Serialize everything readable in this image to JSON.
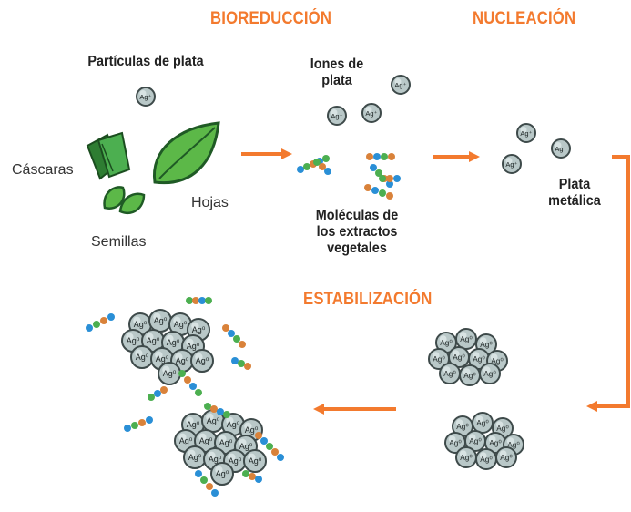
{
  "stages": {
    "bioreduction": "BIOREDUCCIÓN",
    "nucleation": "NUCLEACIÓN",
    "stabilization": "ESTABILIZACIÓN"
  },
  "labels": {
    "silver_particles": "Partículas de plata",
    "peels": "Cáscaras",
    "seeds": "Semillas",
    "leaves": "Hojas",
    "silver_ions_line1": "Iones de",
    "silver_ions_line2": "plata",
    "molecules_line1": "Moléculas de",
    "molecules_line2": "los extractos",
    "molecules_line3": "vegetales",
    "metallic_silver_line1": "Plata",
    "metallic_silver_line2": "metálica"
  },
  "ion_symbol": "Ag⁺",
  "atom_symbol": "Ag⁰",
  "colors": {
    "accent": "#f37a2e",
    "leaf_dark": "#1f6b2a",
    "leaf_light": "#5cb848",
    "particle_fill": "#b9c8c8",
    "particle_stroke": "#3e4a4a",
    "molecule_blue": "#2a8fd6",
    "molecule_green": "#4caf50",
    "molecule_orange": "#d9823a"
  }
}
